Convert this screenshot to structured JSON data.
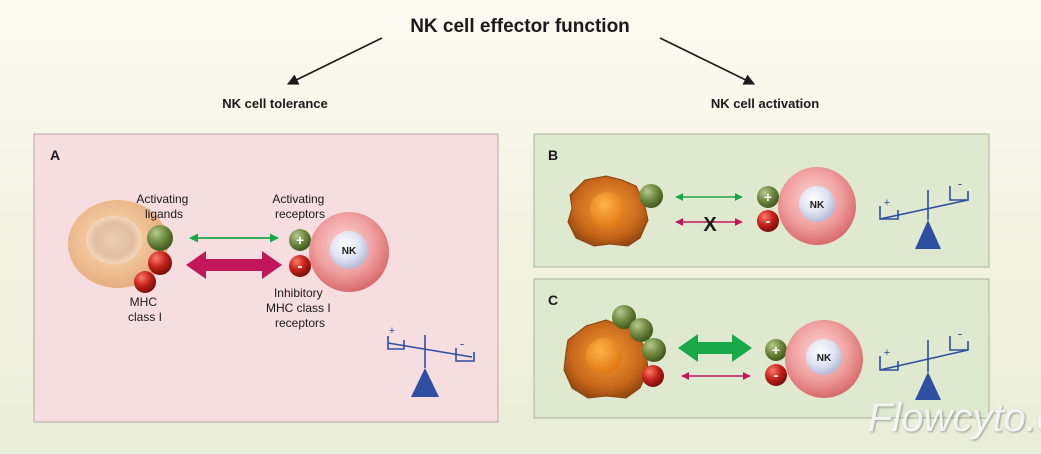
{
  "title": "NK cell effector function",
  "branch_left": "NK cell tolerance",
  "branch_right": "NK cell activation",
  "panels": {
    "a": {
      "letter": "A",
      "activating_ligands": [
        "Activating",
        "ligands"
      ],
      "activating_receptors": [
        "Activating",
        "receptors"
      ],
      "mhc": [
        "MHC",
        "class I"
      ],
      "inhibitory": [
        "Inhibitory",
        "MHC class I",
        "receptors"
      ],
      "nk_label": "NK"
    },
    "b": {
      "letter": "B",
      "nk_label": "NK",
      "block_mark": "X"
    },
    "c": {
      "letter": "C",
      "nk_label": "NK"
    }
  },
  "symbols": {
    "plus": "+",
    "minus": "-"
  },
  "watermark": "Flowcyto.cn",
  "colors": {
    "panel_a_bg": "#f6dde0",
    "panel_bc_bg": "#dfe9cf",
    "activating_arrow": "#18a84a",
    "inhibitory_arrow": "#c2185b",
    "scale": "#2f4fa0"
  }
}
